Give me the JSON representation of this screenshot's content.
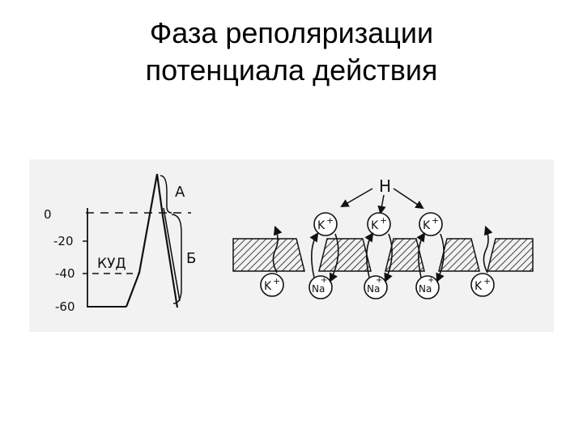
{
  "slide": {
    "title_line1": "Фаза реполяризации",
    "title_line2": "потенциала действия"
  },
  "graph": {
    "y_ticks": [
      "0",
      "-20",
      "-40",
      "-60"
    ],
    "threshold_label": "КУД",
    "phase_a_label": "А",
    "phase_b_label": "Б"
  },
  "membrane": {
    "channel_label": "Н",
    "ion_k": "K",
    "ion_na": "Na",
    "ion_charge": "+"
  },
  "colors": {
    "ink": "#111111",
    "panel": "#f2f2f2",
    "background": "#ffffff"
  }
}
